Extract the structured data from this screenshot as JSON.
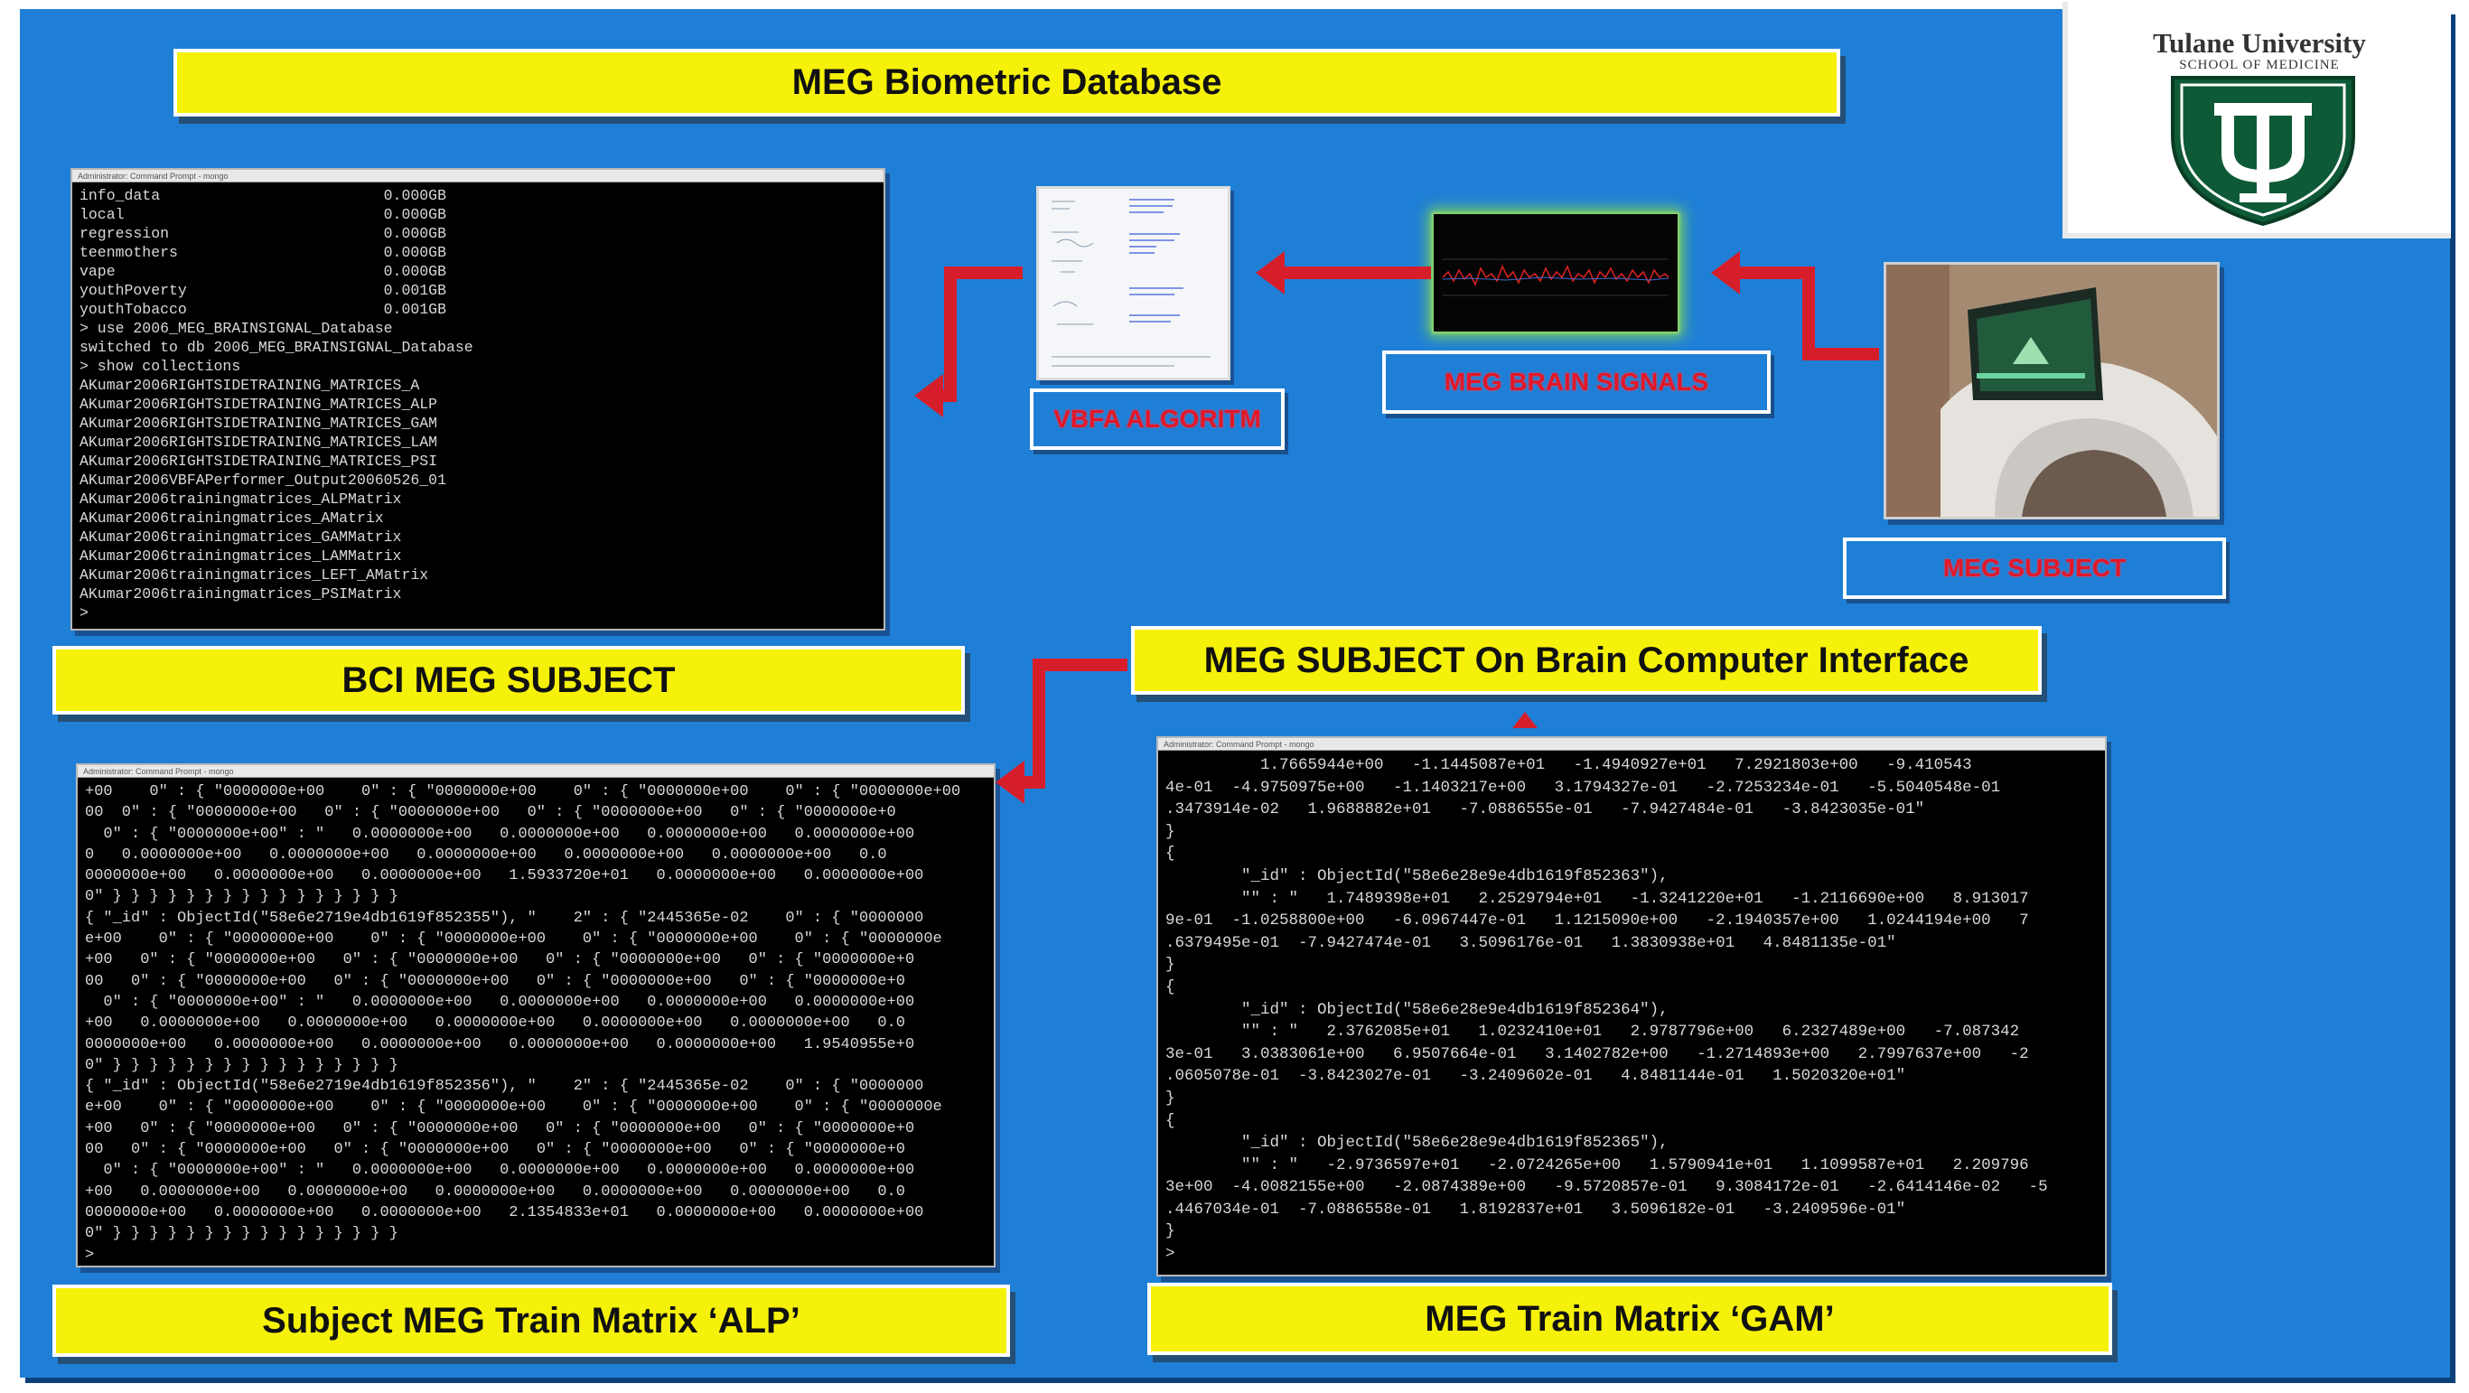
{
  "colors": {
    "slide_bg": "#1f7fd6",
    "banner_bg": "#f5f10a",
    "arrow": "#d61e2a",
    "label_text": "#e0182a",
    "terminal_bg": "#000000",
    "tulane_green": "#0e5a36"
  },
  "banners": {
    "title": "MEG Biometric Database",
    "bci_subject": "BCI MEG SUBJECT",
    "bci_interface": "MEG SUBJECT On Brain Computer Interface",
    "alp_matrix": "Subject MEG Train Matrix ‘ALP’",
    "gam_matrix": "MEG Train Matrix ‘GAM’"
  },
  "labels": {
    "vbfa": "VBFA ALGORITM",
    "signals": "MEG BRAIN SIGNALS",
    "subject": "MEG SUBJECT"
  },
  "logo": {
    "name": "Tulane University",
    "school": "SCHOOL OF MEDICINE"
  },
  "icons": {
    "logo": "tulane-shield-icon",
    "paper": "document-thumbnail-icon",
    "signal": "brain-signal-waveform-icon",
    "photo": "meg-scanner-photo-icon",
    "arrow": "flow-arrow-icon"
  },
  "terminal_db": {
    "title": "Administrator: Command Prompt - mongo",
    "lines": [
      "info_data                         0.000GB",
      "local                             0.000GB",
      "regression                        0.000GB",
      "teenmothers                       0.000GB",
      "vape                              0.000GB",
      "youthPoverty                      0.001GB",
      "youthTobacco                      0.001GB",
      "> use 2006_MEG_BRAINSIGNAL_Database",
      "switched to db 2006_MEG_BRAINSIGNAL_Database",
      "> show collections",
      "AKumar2006RIGHTSIDETRAINING_MATRICES_A",
      "AKumar2006RIGHTSIDETRAINING_MATRICES_ALP",
      "AKumar2006RIGHTSIDETRAINING_MATRICES_GAM",
      "AKumar2006RIGHTSIDETRAINING_MATRICES_LAM",
      "AKumar2006RIGHTSIDETRAINING_MATRICES_PSI",
      "AKumar2006VBFAPerformer_Output20060526_01",
      "AKumar2006trainingmatrices_ALPMatrix",
      "AKumar2006trainingmatrices_AMatrix",
      "AKumar2006trainingmatrices_GAMMatrix",
      "AKumar2006trainingmatrices_LAMMatrix",
      "AKumar2006trainingmatrices_LEFT_AMatrix",
      "AKumar2006trainingmatrices_PSIMatrix",
      ">"
    ]
  },
  "terminal_alp": {
    "title": "Administrator: Command Prompt - mongo",
    "lines": [
      "+00    0\" : { \"0000000e+00    0\" : { \"0000000e+00    0\" : { \"0000000e+00    0\" : { \"0000000e+00",
      "00  0\" : { \"0000000e+00   0\" : { \"0000000e+00   0\" : { \"0000000e+00   0\" : { \"0000000e+0",
      "  0\" : { \"0000000e+00\" : \"   0.0000000e+00   0.0000000e+00   0.0000000e+00   0.0000000e+00",
      "0   0.0000000e+00   0.0000000e+00   0.0000000e+00   0.0000000e+00   0.0000000e+00   0.0",
      "0000000e+00   0.0000000e+00   0.0000000e+00   1.5933720e+01   0.0000000e+00   0.0000000e+00",
      "0\" } } } } } } } } } } } } } } } }",
      "{ \"_id\" : ObjectId(\"58e6e2719e4db1619f852355\"), \"    2\" : { \"2445365e-02    0\" : { \"0000000",
      "e+00    0\" : { \"0000000e+00    0\" : { \"0000000e+00    0\" : { \"0000000e+00    0\" : { \"0000000e",
      "+00   0\" : { \"0000000e+00   0\" : { \"0000000e+00   0\" : { \"0000000e+00   0\" : { \"0000000e+0",
      "00   0\" : { \"0000000e+00   0\" : { \"0000000e+00   0\" : { \"0000000e+00   0\" : { \"0000000e+0",
      "  0\" : { \"0000000e+00\" : \"   0.0000000e+00   0.0000000e+00   0.0000000e+00   0.0000000e+00",
      "+00   0.0000000e+00   0.0000000e+00   0.0000000e+00   0.0000000e+00   0.0000000e+00   0.0",
      "0000000e+00   0.0000000e+00   0.0000000e+00   0.0000000e+00   0.0000000e+00   1.9540955e+0",
      "0\" } } } } } } } } } } } } } } } }",
      "{ \"_id\" : ObjectId(\"58e6e2719e4db1619f852356\"), \"    2\" : { \"2445365e-02    0\" : { \"0000000",
      "e+00    0\" : { \"0000000e+00    0\" : { \"0000000e+00    0\" : { \"0000000e+00    0\" : { \"0000000e",
      "+00   0\" : { \"0000000e+00   0\" : { \"0000000e+00   0\" : { \"0000000e+00   0\" : { \"0000000e+0",
      "00   0\" : { \"0000000e+00   0\" : { \"0000000e+00   0\" : { \"0000000e+00   0\" : { \"0000000e+0",
      "  0\" : { \"0000000e+00\" : \"   0.0000000e+00   0.0000000e+00   0.0000000e+00   0.0000000e+00",
      "+00   0.0000000e+00   0.0000000e+00   0.0000000e+00   0.0000000e+00   0.0000000e+00   0.0",
      "0000000e+00   0.0000000e+00   0.0000000e+00   2.1354833e+01   0.0000000e+00   0.0000000e+00",
      "0\" } } } } } } } } } } } } } } } }",
      ">"
    ]
  },
  "terminal_gam": {
    "title": "Administrator: Command Prompt - mongo",
    "lines": [
      "          1.7665944e+00   -1.1445087e+01   -1.4940927e+01   7.2921803e+00   -9.410543",
      "4e-01  -4.9750975e+00   -1.1403217e+00   3.1794327e-01   -2.7253234e-01   -5.5040548e-01",
      ".3473914e-02   1.9688882e+01   -7.0886555e-01   -7.9427484e-01   -3.8423035e-01\"",
      "}",
      "{",
      "        \"_id\" : ObjectId(\"58e6e28e9e4db1619f852363\"),",
      "        \"\" : \"   1.7489398e+01   2.2529794e+01   -1.3241220e+01   -1.2116690e+00   8.913017",
      "9e-01  -1.0258800e+00   -6.0967447e-01   1.1215090e+00   -2.1940357e+00   1.0244194e+00   7",
      ".6379495e-01  -7.9427474e-01   3.5096176e-01   1.3830938e+01   4.8481135e-01\"",
      "}",
      "{",
      "        \"_id\" : ObjectId(\"58e6e28e9e4db1619f852364\"),",
      "        \"\" : \"   2.3762085e+01   1.0232410e+01   2.9787796e+00   6.2327489e+00   -7.087342",
      "3e-01   3.0383061e+00   6.9507664e-01   3.1402782e+00   -1.2714893e+00   2.7997637e+00   -2",
      ".0605078e-01  -3.8423027e-01   -3.2409602e-01   4.8481144e-01   1.5020320e+01\"",
      "}",
      "{",
      "        \"_id\" : ObjectId(\"58e6e28e9e4db1619f852365\"),",
      "        \"\" : \"   -2.9736597e+01   -2.0724265e+00   1.5790941e+01   1.1099587e+01   2.209796",
      "3e+00  -4.0082155e+00   -2.0874389e+00   -9.5720857e-01   9.3084172e-01   -2.6414146e-02   -5",
      ".4467034e-01  -7.0886558e-01   1.8192837e+01   3.5096182e-01   -3.2409596e-01\"",
      "}",
      ">"
    ]
  }
}
